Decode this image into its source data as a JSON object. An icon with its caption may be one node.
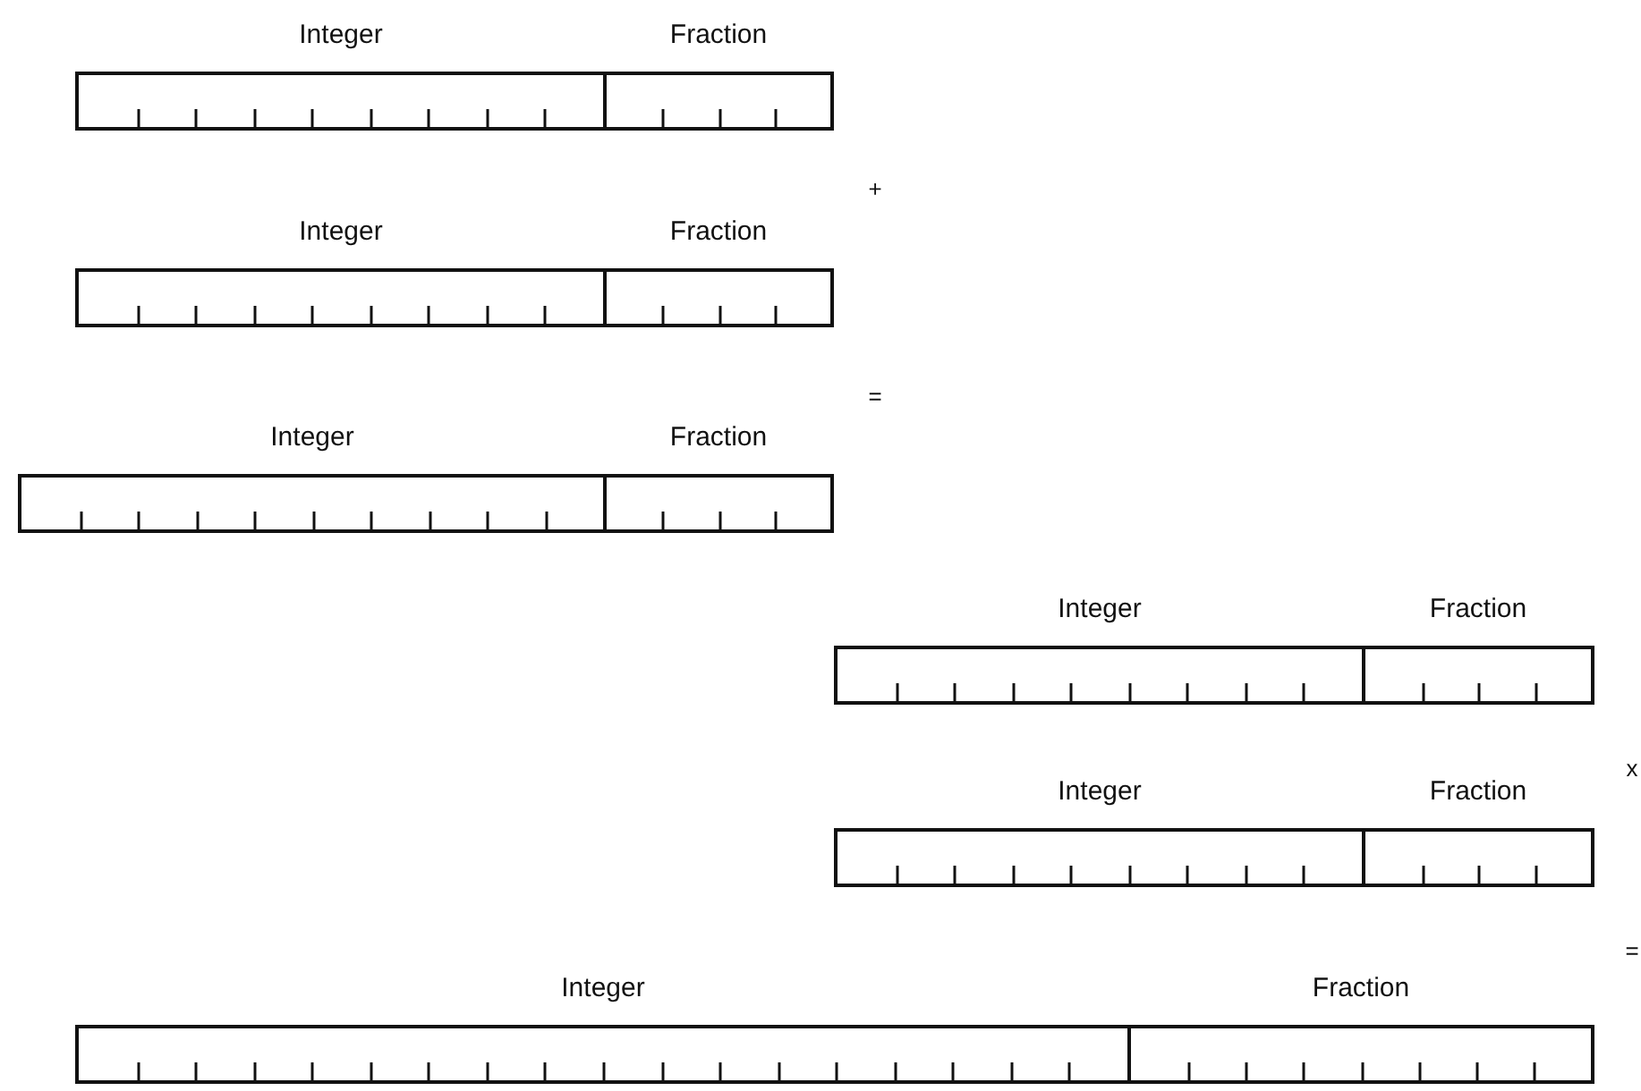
{
  "diagram": {
    "nodes": [
      {
        "text": [
          "Integer"
        ]
      },
      {
        "text": [
          "Fraction"
        ]
      },
      {
        "text": [
          "Integer"
        ]
      },
      {
        "text": [
          "Fraction"
        ]
      },
      {
        "text": [
          "Integer"
        ]
      },
      {
        "text": [
          "Fraction"
        ]
      },
      {
        "text": [
          "Integer"
        ]
      },
      {
        "text": [
          "Fraction"
        ]
      },
      {
        "text": [
          "Integer"
        ]
      },
      {
        "text": [
          "Fraction"
        ]
      },
      {
        "text": [
          "Integer"
        ]
      },
      {
        "text": [
          "Fraction"
        ]
      }
    ],
    "labels": [
      "+",
      "=",
      "x",
      "="
    ]
  }
}
